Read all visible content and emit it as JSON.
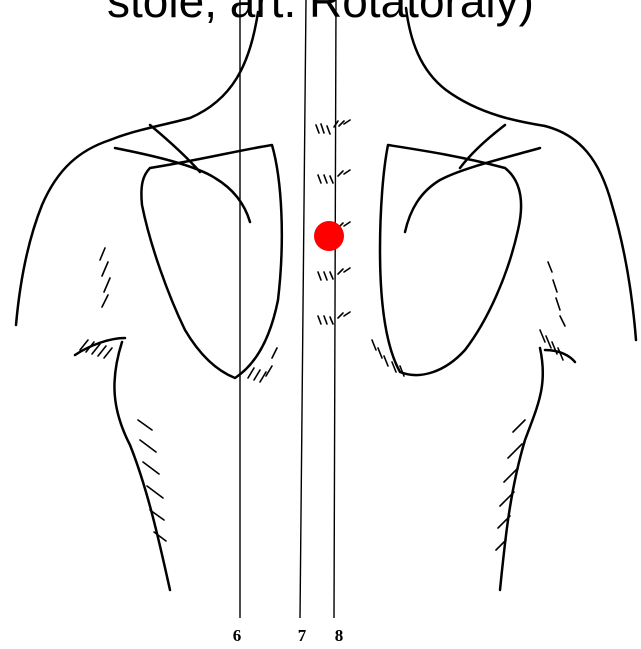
{
  "header_text": "stole, art. Rotatoraly)",
  "reference_lines": [
    {
      "label": "6"
    },
    {
      "label": "7"
    },
    {
      "label": "8"
    }
  ],
  "marker": {
    "color": "#ff0000"
  }
}
